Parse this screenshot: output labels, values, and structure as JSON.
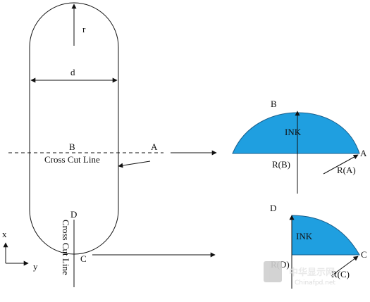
{
  "labels": {
    "r": "r",
    "d": "d",
    "B_left": "B",
    "A_left": "A",
    "cross_cut_horizontal": "Cross Cut Line",
    "D_left": "D",
    "C_left": "C",
    "cross_cut_vertical": "Cross Cut Line",
    "axis_x": "x",
    "axis_y": "y",
    "B_right": "B",
    "ink_top": "INK",
    "A_right": "A",
    "RB": "R(B)",
    "RA": "R(A)",
    "D_right": "D",
    "ink_bottom": "INK",
    "C_right": "C",
    "RD": "R(D)",
    "RC_partial": "R(C)"
  },
  "colors": {
    "ink": "#1f9fe0",
    "ink_stroke": "#1a5f8c",
    "line": "#111111"
  },
  "watermark": {
    "logo_text": "中华显示网",
    "sub_text": "Chinafpd.net"
  }
}
